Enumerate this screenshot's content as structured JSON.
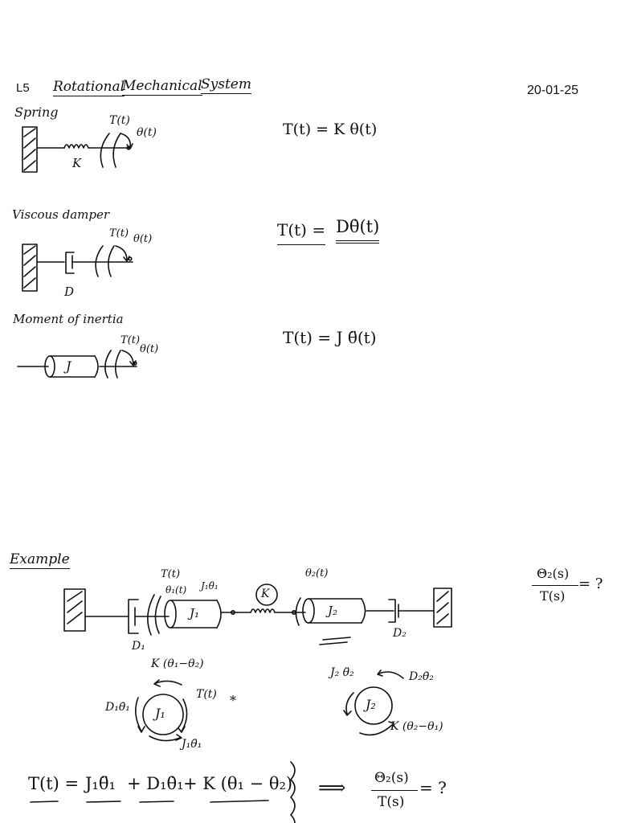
{
  "header": {
    "lecture": "L5",
    "title_words": [
      "Rotational",
      "Mechanical",
      "System"
    ],
    "date": "20-01-25"
  },
  "spring": {
    "heading": "Spring",
    "element_label": "K",
    "torque_label": "T(t)",
    "angle_label": "θ(t)",
    "equation": "T(t) = K θ(t)"
  },
  "damper": {
    "heading": "Viscous damper",
    "element_label": "D",
    "torque_label": "T(t)",
    "angle_label": "θ(t)",
    "equation_lhs": "T(t) =",
    "equation_rhs": "Dθ̇(t)"
  },
  "inertia": {
    "heading": "Moment of inertia",
    "element_label": "J",
    "torque_label": "T(t)",
    "angle_label": "θ(t)",
    "equation": "T(t) =  J θ̈(t)"
  },
  "example": {
    "heading": "Example",
    "system": {
      "torque_label": "T(t)",
      "angle1_label": "θ₁(t)",
      "j1_annot": "J₁θ̈₁",
      "j1_label": "J₁",
      "spring_label": "K",
      "angle2_label": "θ₂(t)",
      "j2_label": "J₂",
      "d1_label": "D₁",
      "d2_label": "D₂"
    },
    "question_num": "Θ₂(s)",
    "question_den": "T(s)",
    "question_tail": "= ?",
    "fbd1": {
      "body": "J₁",
      "top": "K (θ₁−θ₂)",
      "left": "D₁θ̇₁",
      "right": "T(t)",
      "bottom": "J₁θ̈₁",
      "mark": "*"
    },
    "fbd2": {
      "body": "J₂",
      "left": "J₂ θ̈₂",
      "right": "D₂θ̇₂",
      "bottom": "K (θ₂−θ₁)"
    },
    "equation": {
      "lhs": "T(t) =",
      "t1": "J₁θ̈₁",
      "t2": "+ D₁θ̇₁",
      "t3": "+ K (θ₁ − θ₂)",
      "arrow": "⟹",
      "num": "Θ₂(s)",
      "den": "T(s)",
      "tail": "= ?"
    }
  }
}
